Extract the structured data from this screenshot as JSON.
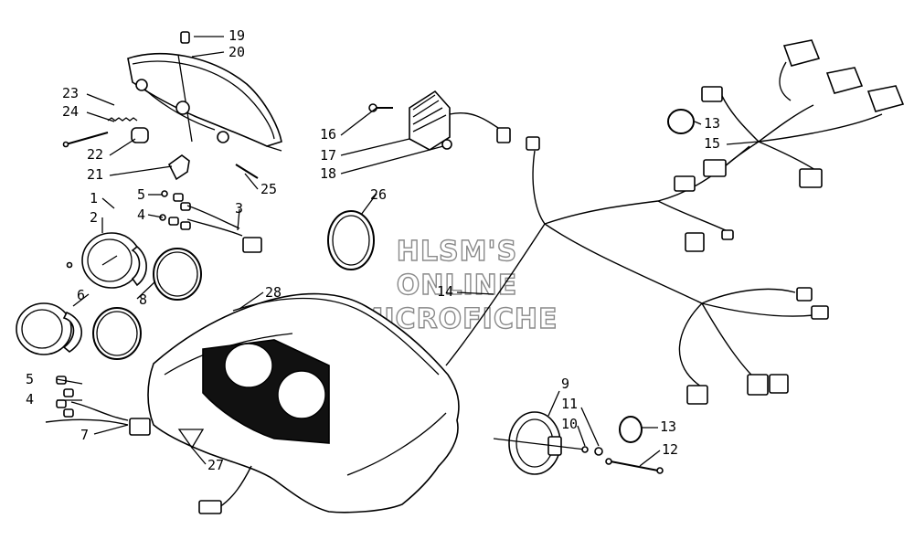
{
  "watermark": [
    "HLSM'S",
    "ONLINE",
    "MICROFICHE"
  ],
  "callouts": [
    {
      "id": "c19",
      "text": "19"
    },
    {
      "id": "c20",
      "text": "20"
    },
    {
      "id": "c23",
      "text": "23"
    },
    {
      "id": "c24",
      "text": "24"
    },
    {
      "id": "c22",
      "text": "22"
    },
    {
      "id": "c21",
      "text": "21"
    },
    {
      "id": "c25",
      "text": "25"
    },
    {
      "id": "c1",
      "text": "1"
    },
    {
      "id": "c2",
      "text": "2"
    },
    {
      "id": "c5a",
      "text": "5"
    },
    {
      "id": "c4a",
      "text": "4"
    },
    {
      "id": "c3",
      "text": "3"
    },
    {
      "id": "c6",
      "text": "6"
    },
    {
      "id": "c8",
      "text": "8"
    },
    {
      "id": "c28",
      "text": "28"
    },
    {
      "id": "c5b",
      "text": "5"
    },
    {
      "id": "c4b",
      "text": "4"
    },
    {
      "id": "c7",
      "text": "7"
    },
    {
      "id": "c27",
      "text": "27"
    },
    {
      "id": "c16",
      "text": "16"
    },
    {
      "id": "c17",
      "text": "17"
    },
    {
      "id": "c18",
      "text": "18"
    },
    {
      "id": "c26",
      "text": "26"
    },
    {
      "id": "c14",
      "text": "14"
    },
    {
      "id": "c13a",
      "text": "13"
    },
    {
      "id": "c15",
      "text": "15"
    },
    {
      "id": "c9",
      "text": "9"
    },
    {
      "id": "c11",
      "text": "11"
    },
    {
      "id": "c10",
      "text": "10"
    },
    {
      "id": "c13b",
      "text": "13"
    },
    {
      "id": "c12",
      "text": "12"
    }
  ]
}
